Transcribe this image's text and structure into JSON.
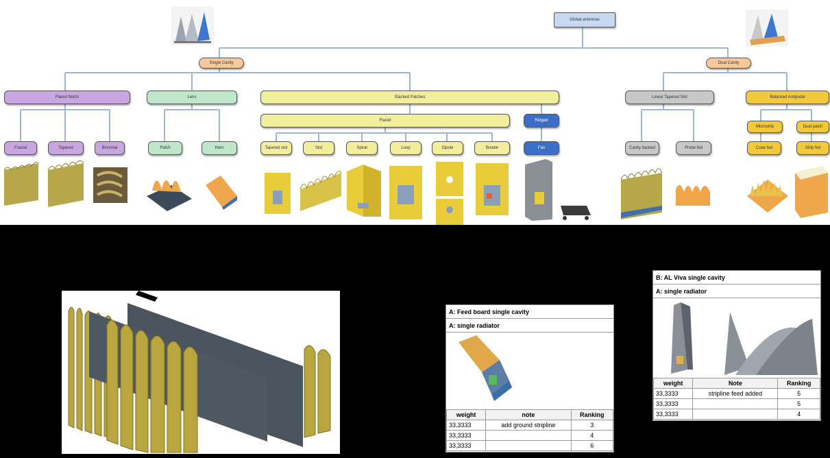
{
  "tree": {
    "root": "Global antennas",
    "level1": [
      "Single Cavity",
      "Dual Cavity"
    ],
    "level2": [
      "Flared Notch",
      "Lens",
      "Stacked Patches",
      "Linear Tapered Slot",
      "Balanced Antipodal"
    ],
    "level3": [
      "Flared",
      "Ridged"
    ],
    "level4": [
      "Fractal",
      "Tapered",
      "Binomial",
      "Patch",
      "Horn",
      "Tapered slot",
      "Slot",
      "Spiral",
      "Loop",
      "Dipole",
      "Bowtie",
      "Fan",
      "Cavity backed",
      "Probe fed",
      "Coax fed",
      "Strip fed",
      "Microstrip",
      "Dual patch"
    ]
  },
  "card_a": {
    "header1": "A: Feed board single cavity",
    "header2": "A: single radiator",
    "columns": [
      "weight",
      "note",
      "Ranking"
    ],
    "rows": [
      {
        "weight": "33,3333",
        "note": "add ground stripline",
        "ranking": "3"
      },
      {
        "weight": "33,3333",
        "note": "",
        "ranking": "4"
      },
      {
        "weight": "33,3333",
        "note": "",
        "ranking": "6"
      }
    ]
  },
  "card_b": {
    "header1": "B: AL Viva single cavity",
    "header2": "A: single radiator",
    "columns": [
      "weight",
      "Note",
      "Ranking"
    ],
    "rows": [
      {
        "weight": "33,3333",
        "note": "stripline feed added",
        "ranking": "5"
      },
      {
        "weight": "33,3333",
        "note": "",
        "ranking": "5"
      },
      {
        "weight": "33,3333",
        "note": "",
        "ranking": "4"
      }
    ]
  },
  "colors": {
    "purple": "#c9a6e0",
    "green": "#bfe6c8",
    "yellow": "#f2ee9e",
    "blue": "#3b6fc7",
    "gray": "#c8c8c8",
    "gold": "#f2c93a",
    "orange": "#f6c89a",
    "root": "#c6d9f1"
  }
}
